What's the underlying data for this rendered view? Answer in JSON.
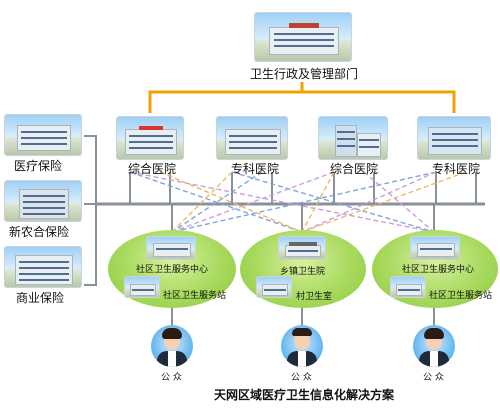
{
  "admin": {
    "label": "卫生行政及管理部门"
  },
  "hospitals": [
    {
      "label": "综合医院"
    },
    {
      "label": "专科医院"
    },
    {
      "label": "综合医院"
    },
    {
      "label": "专科医院"
    }
  ],
  "insurance": [
    {
      "label": "医疗保险"
    },
    {
      "label": "新农合保险"
    },
    {
      "label": "商业保险"
    }
  ],
  "clusters": [
    {
      "center_label": "社区卫生服务中心",
      "station_label": "社区卫生服务站"
    },
    {
      "center_label": "乡镇卫生院",
      "station_label": "村卫生室"
    },
    {
      "center_label": "社区卫生服务中心",
      "station_label": "社区卫生服务站"
    }
  ],
  "public": [
    {
      "label": "公 众"
    },
    {
      "label": "公 众"
    },
    {
      "label": "公 众"
    }
  ],
  "caption": "天网区域医疗卫生信息化解决方案",
  "colors": {
    "orange_line": "#f2a300",
    "gray_line": "#8a9099",
    "blob_green": "#a8d95e",
    "dash_blue": "#7fa6dd",
    "dash_purple": "#c9a0dc",
    "dash_orange": "#f0b860"
  }
}
